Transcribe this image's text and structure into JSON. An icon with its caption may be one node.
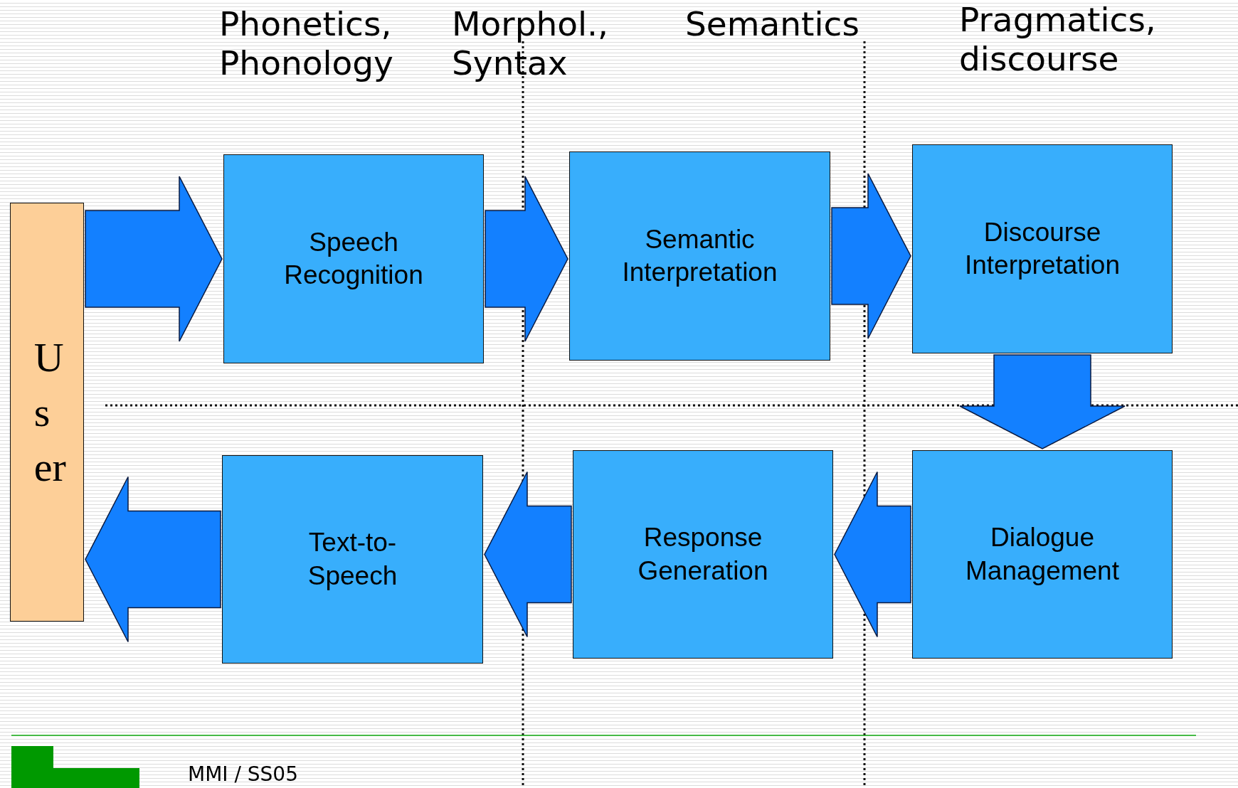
{
  "diagram": {
    "nodes": [
      {
        "text": [
          "User"
        ]
      },
      {
        "text": [
          "Speech Recognition"
        ]
      },
      {
        "text": [
          "Semantic Interpretation"
        ]
      },
      {
        "text": [
          "Discourse Interpretation"
        ]
      },
      {
        "text": [
          "Dialogue Management"
        ]
      },
      {
        "text": [
          "Response Generation"
        ]
      },
      {
        "text": [
          "Text-to-Speech"
        ]
      }
    ],
    "edges": [
      {
        "from": 0,
        "to": 1,
        "arrow": "to"
      },
      {
        "from": 1,
        "to": 2,
        "arrow": "to"
      },
      {
        "from": 2,
        "to": 3,
        "arrow": "to"
      },
      {
        "from": 3,
        "to": 4,
        "arrow": "to"
      },
      {
        "from": 4,
        "to": 5,
        "arrow": "to"
      },
      {
        "from": 5,
        "to": 6,
        "arrow": "to"
      },
      {
        "from": 6,
        "to": 0,
        "arrow": "to"
      }
    ],
    "labels": [
      "Phonetics, Phonology",
      "Morphol., Syntax",
      "Semantics",
      "Pragmatics, discourse",
      "MMI / SS05"
    ]
  }
}
